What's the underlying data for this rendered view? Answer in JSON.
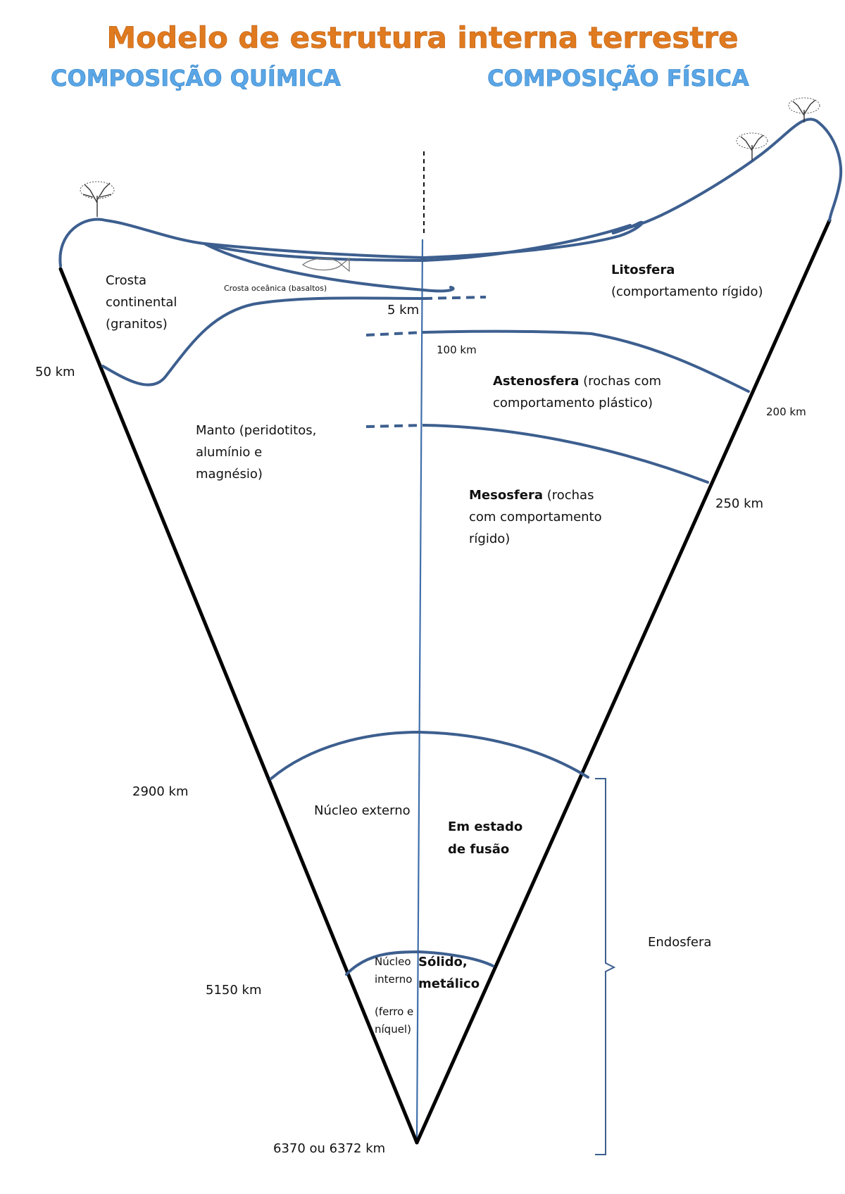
{
  "title": "Modelo de estrutura interna terrestre",
  "subtitles": {
    "chemical": "COMPOSIÇÃO QUÍMICA",
    "physical": "COMPOSIÇÃO FÍSICA"
  },
  "colors": {
    "title": "#e07a1f",
    "subtitle": "#5aa6e6",
    "layer_lines": "#3d5f8f",
    "cone": "#000000"
  },
  "labels": {
    "continental_crust": [
      "Crosta",
      "continental",
      "(granitos)"
    ],
    "oceanic_crust": "Crosta oceânica (basaltos)",
    "lithosphere_name": "Litosfera",
    "lithosphere_desc": "(comportamento rígido)",
    "asthenosphere_name": "Astenosfera",
    "asthenosphere_desc_1": " (rochas com",
    "asthenosphere_desc_2": "comportamento plástico)",
    "mantle": [
      "Manto (peridotitos,",
      "alumínio e",
      "magnésio)"
    ],
    "mesosphere_name": "Mesosfera",
    "mesosphere_desc_1": " (rochas",
    "mesosphere_desc_2": "com comportamento",
    "mesosphere_desc_3": "rígido)",
    "outer_core": "Núcleo externo",
    "molten": [
      "Em estado",
      "de fusão"
    ],
    "inner_core": [
      "Núcleo",
      "interno"
    ],
    "inner_core_comp": [
      "(ferro e",
      "níquel)"
    ],
    "solid": [
      "Sólido,",
      "metálico"
    ],
    "endosphere": "Endosfera"
  },
  "depths": {
    "d5": "5 km",
    "d50": "50 km",
    "d100": "100 km",
    "d200": "200 km",
    "d250": "250 km",
    "d2900": "2900 km",
    "d5150": "5150 km",
    "d6370": "6370 ou 6372 km"
  }
}
